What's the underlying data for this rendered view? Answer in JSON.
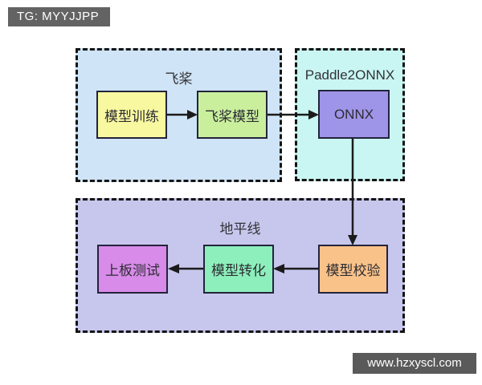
{
  "tag": {
    "label": "TG: MYYJJPP"
  },
  "watermark": {
    "label": "www.hzxyscl.com"
  },
  "diagram": {
    "groups": {
      "paddle": {
        "label": "飞桨"
      },
      "paddle2onnx": {
        "label": "Paddle2ONNX"
      },
      "horizon": {
        "label": "地平线"
      }
    },
    "nodes": {
      "train": {
        "label": "模型训练"
      },
      "paddle_model": {
        "label": "飞桨模型"
      },
      "onnx": {
        "label": "ONNX"
      },
      "board_test": {
        "label": "上板测试"
      },
      "convert": {
        "label": "模型转化"
      },
      "verify": {
        "label": "模型校验"
      }
    },
    "edges": [
      {
        "from": "模型训练",
        "to": "飞桨模型"
      },
      {
        "from": "飞桨模型",
        "to": "ONNX"
      },
      {
        "from": "ONNX",
        "to": "模型校验"
      },
      {
        "from": "模型校验",
        "to": "模型转化"
      },
      {
        "from": "模型转化",
        "to": "上板测试"
      }
    ]
  },
  "colors": {
    "paddle_group_bg": "#cfe4f6",
    "paddle2onnx_group_bg": "#c9f6f2",
    "horizon_group_bg": "#c7c6ec",
    "train_box_bg": "#f8f8a0",
    "paddle_model_box_bg": "#c9ef9d",
    "onnx_box_bg": "#9e95e8",
    "board_test_box_bg": "#d88be8",
    "convert_box_bg": "#8defbb",
    "verify_box_bg": "#f9c289",
    "arrow": "#1b1b1b",
    "tag_bg": "#636363",
    "watermark_bg": "#5a5a5a"
  }
}
